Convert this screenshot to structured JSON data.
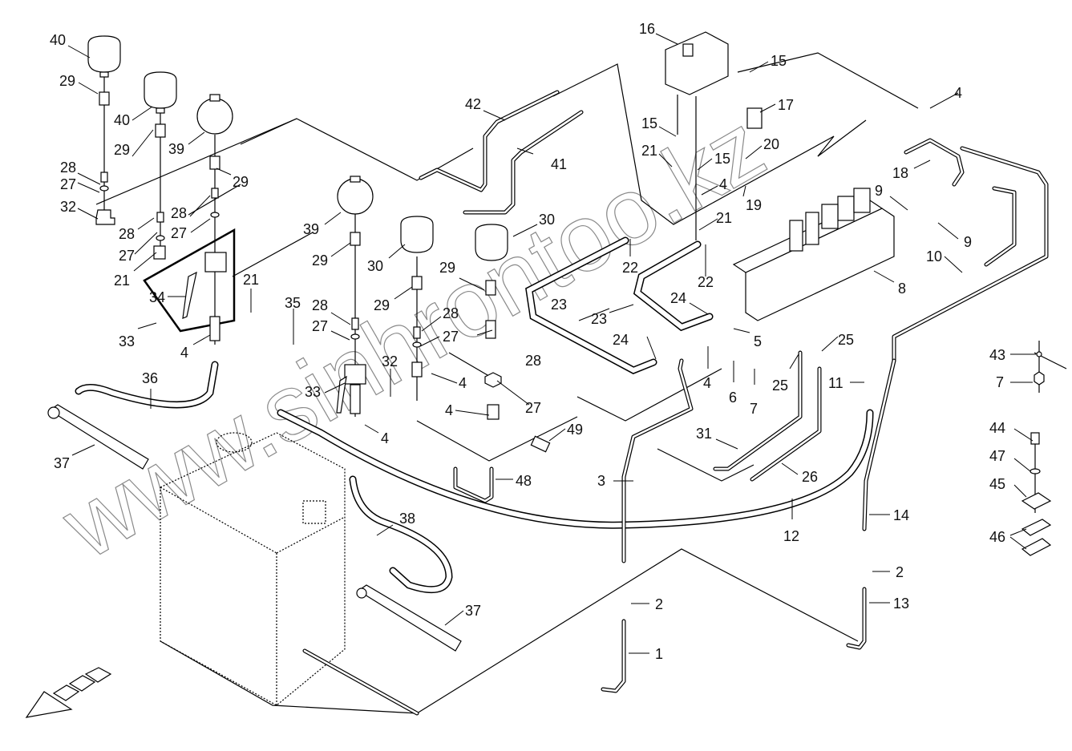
{
  "diagram": {
    "type": "exploded hydraulic parts diagram",
    "watermark": "www.sinhrontoo.kz",
    "direction_indicator": "front-arrow",
    "callouts": [
      {
        "id": "c40a",
        "label": "40"
      },
      {
        "id": "c29a",
        "label": "29"
      },
      {
        "id": "c40b",
        "label": "40"
      },
      {
        "id": "c29b",
        "label": "29"
      },
      {
        "id": "c39a",
        "label": "39"
      },
      {
        "id": "c29c",
        "label": "29"
      },
      {
        "id": "c28a",
        "label": "28"
      },
      {
        "id": "c27a",
        "label": "27"
      },
      {
        "id": "c32a",
        "label": "32"
      },
      {
        "id": "c28b",
        "label": "28"
      },
      {
        "id": "c27b",
        "label": "27"
      },
      {
        "id": "c21a",
        "label": "21"
      },
      {
        "id": "c28c",
        "label": "28"
      },
      {
        "id": "c27c",
        "label": "27"
      },
      {
        "id": "c34",
        "label": "34"
      },
      {
        "id": "c33a",
        "label": "33"
      },
      {
        "id": "c4a",
        "label": "4"
      },
      {
        "id": "c21b",
        "label": "21"
      },
      {
        "id": "c35",
        "label": "35"
      },
      {
        "id": "c39b",
        "label": "39"
      },
      {
        "id": "c29d",
        "label": "29"
      },
      {
        "id": "c28d",
        "label": "28"
      },
      {
        "id": "c27d",
        "label": "27"
      },
      {
        "id": "c33b",
        "label": "33"
      },
      {
        "id": "c32b",
        "label": "32"
      },
      {
        "id": "c4b",
        "label": "4"
      },
      {
        "id": "c30a",
        "label": "30"
      },
      {
        "id": "c29e",
        "label": "29"
      },
      {
        "id": "c28e",
        "label": "28"
      },
      {
        "id": "c27e",
        "label": "27"
      },
      {
        "id": "c4c",
        "label": "4"
      },
      {
        "id": "c4d",
        "label": "4"
      },
      {
        "id": "c30b",
        "label": "30"
      },
      {
        "id": "c29f",
        "label": "29"
      },
      {
        "id": "c28f",
        "label": "28"
      },
      {
        "id": "c27f",
        "label": "27"
      },
      {
        "id": "c49",
        "label": "49"
      },
      {
        "id": "c48",
        "label": "48"
      },
      {
        "id": "c42",
        "label": "42"
      },
      {
        "id": "c41",
        "label": "41"
      },
      {
        "id": "c16",
        "label": "16"
      },
      {
        "id": "c15a",
        "label": "15"
      },
      {
        "id": "c17",
        "label": "17"
      },
      {
        "id": "c15b",
        "label": "15"
      },
      {
        "id": "c21c",
        "label": "21"
      },
      {
        "id": "c15c",
        "label": "15"
      },
      {
        "id": "c20",
        "label": "20"
      },
      {
        "id": "c4e",
        "label": "4"
      },
      {
        "id": "c19",
        "label": "19"
      },
      {
        "id": "c21d",
        "label": "21"
      },
      {
        "id": "c4f",
        "label": "4"
      },
      {
        "id": "c18",
        "label": "18"
      },
      {
        "id": "c9a",
        "label": "9"
      },
      {
        "id": "c9b",
        "label": "9"
      },
      {
        "id": "c10",
        "label": "10"
      },
      {
        "id": "c8",
        "label": "8"
      },
      {
        "id": "c22a",
        "label": "22"
      },
      {
        "id": "c22b",
        "label": "22"
      },
      {
        "id": "c23a",
        "label": "23"
      },
      {
        "id": "c23b",
        "label": "23"
      },
      {
        "id": "c24a",
        "label": "24"
      },
      {
        "id": "c24b",
        "label": "24"
      },
      {
        "id": "c5",
        "label": "5"
      },
      {
        "id": "c4g",
        "label": "4"
      },
      {
        "id": "c6",
        "label": "6"
      },
      {
        "id": "c7a",
        "label": "7"
      },
      {
        "id": "c25a",
        "label": "25"
      },
      {
        "id": "c25b",
        "label": "25"
      },
      {
        "id": "c11",
        "label": "11"
      },
      {
        "id": "c31",
        "label": "31"
      },
      {
        "id": "c26",
        "label": "26"
      },
      {
        "id": "c12",
        "label": "12"
      },
      {
        "id": "c3",
        "label": "3"
      },
      {
        "id": "c14",
        "label": "14"
      },
      {
        "id": "c2a",
        "label": "2"
      },
      {
        "id": "c13",
        "label": "13"
      },
      {
        "id": "c2b",
        "label": "2"
      },
      {
        "id": "c1",
        "label": "1"
      },
      {
        "id": "c36",
        "label": "36"
      },
      {
        "id": "c37a",
        "label": "37"
      },
      {
        "id": "c38",
        "label": "38"
      },
      {
        "id": "c37b",
        "label": "37"
      },
      {
        "id": "c43",
        "label": "43"
      },
      {
        "id": "c7b",
        "label": "7"
      },
      {
        "id": "c44",
        "label": "44"
      },
      {
        "id": "c47",
        "label": "47"
      },
      {
        "id": "c45",
        "label": "45"
      },
      {
        "id": "c46",
        "label": "46"
      }
    ]
  }
}
